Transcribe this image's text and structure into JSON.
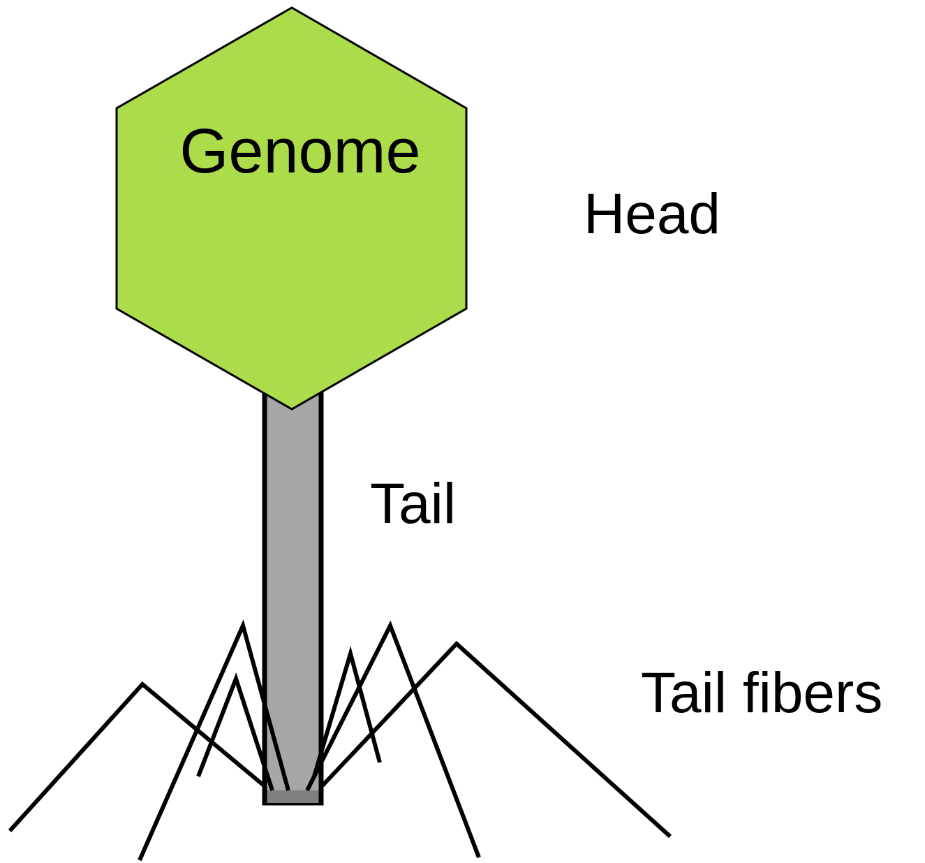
{
  "labels": {
    "genome": "Genome",
    "head": "Head",
    "tail": "Tail",
    "tail_fibers": "Tail fibers"
  },
  "colors": {
    "head_fill": "#addc4b",
    "tail_fill": "#a6a6a6",
    "baseplate_fill": "#7f7f7f",
    "outline": "#000000"
  }
}
